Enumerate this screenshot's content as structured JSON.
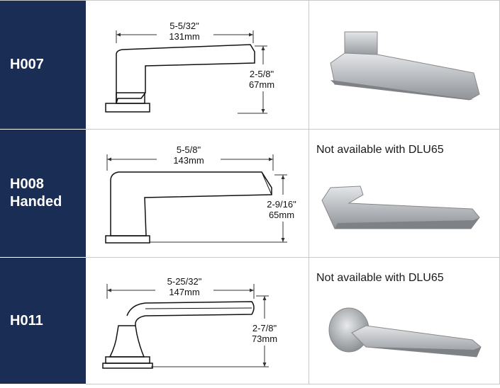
{
  "rows": [
    {
      "model": "H007",
      "length_in": "5-5/32\"",
      "length_mm": "131mm",
      "height_in": "2-5/8\"",
      "height_mm": "67mm",
      "note": ""
    },
    {
      "model": "H008\nHanded",
      "length_in": "5-5/8\"",
      "length_mm": "143mm",
      "height_in": "2-9/16\"",
      "height_mm": "65mm",
      "note": "Not available with DLU65"
    },
    {
      "model": "H011",
      "length_in": "5-25/32\"",
      "length_mm": "147mm",
      "height_in": "2-7/8\"",
      "height_mm": "73mm",
      "note": "Not available with DLU65"
    }
  ],
  "colors": {
    "model_cell": "#192d55",
    "border": "#c9c9c9",
    "metal": "#b9bcc0"
  }
}
